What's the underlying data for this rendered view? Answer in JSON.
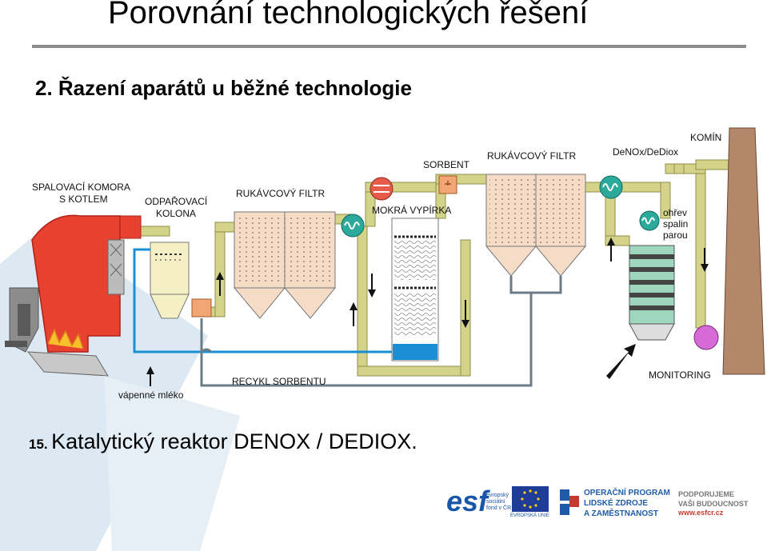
{
  "header": {
    "title": "Porovnání technologických řešení",
    "subtitle": "2. Řazení aparátů u běžné technologie"
  },
  "caption": {
    "number": "15.",
    "text": "Katalytický reaktor DENOX / DEDIOX."
  },
  "diagram": {
    "labels": {
      "spalovaci_line1": "SPALOVACÍ KOMORA",
      "spalovaci_line2": "S KOTLEM",
      "odparovaci_line1": "ODPAŘOVACÍ",
      "odparovaci_line2": "KOLONA",
      "rukavcovy_filtr_1": "RUKÁVCOVÝ FILTR",
      "mokra_vypirka": "MOKRÁ VYPÍRKA",
      "sorbent": "SORBENT",
      "rukavcovy_filtr_2": "RUKÁVCOVÝ FILTR",
      "denox": "DeNOx/DeDiox",
      "komin": "KOMÍN",
      "ohrev_line1": "ohřev",
      "ohrev_line2": "spalin",
      "ohrev_line3": "parou",
      "recykl": "RECYKL SORBENTU",
      "vapenne": "vápenné mléko",
      "monitoring": "MONITORING"
    },
    "colors": {
      "duct": "#d3d38a",
      "duct_edge": "#8f8f4c",
      "filter_fill": "#f5dcc6",
      "boiler_red": "#e6422f",
      "boiler_dark": "#b02018",
      "water_blue": "#1a8fd6",
      "recycle_grey": "#6b7c86",
      "sorbent_orange": "#f2a673",
      "chimney": "#b5876a",
      "fan_red": "#e85b4b",
      "exchanger_green": "#2ba99a",
      "monitor_pink": "#d66ad6",
      "catalyst_green": "#9fd6bf"
    }
  },
  "logos": {
    "esf": "esf",
    "esf_small": "evropský\nsociální\nfond v ČR",
    "eu_label": "EVROPSKÁ UNIE",
    "op_line1": "OPERAČNÍ PROGRAM",
    "op_line2": "LIDSKÉ ZDROJE",
    "op_line3": "A ZAMĚSTNANOST",
    "pod_line1": "PODPORUJEME",
    "pod_line2": "VAŠI BUDOUCNOST",
    "pod_url": "www.esfcr.cz"
  }
}
